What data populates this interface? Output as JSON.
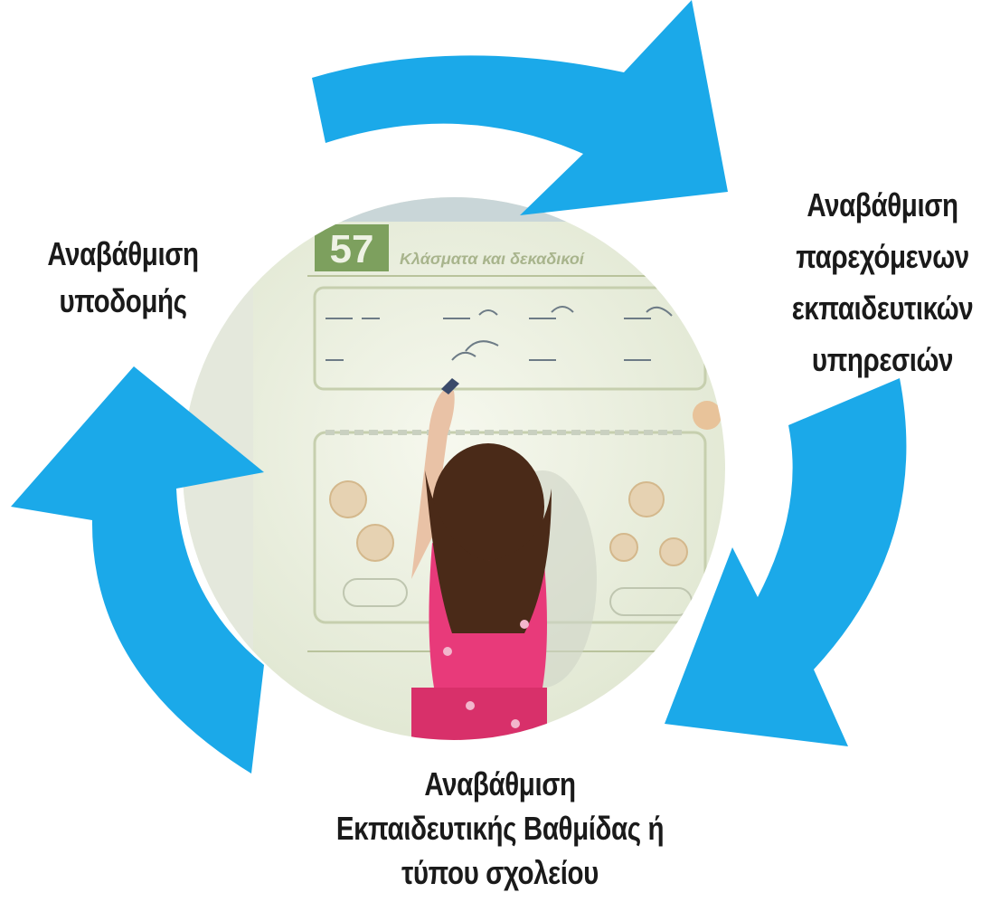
{
  "labels": {
    "infrastructure": [
      "Αναβάθμιση",
      "υποδομής"
    ],
    "services": [
      "Αναβάθμιση",
      "παρεχόμενων",
      "εκπαιδευτικών",
      "υπηρεσιών"
    ],
    "school": [
      "Αναβάθμιση",
      "Εκπαιδευτικής Βαθμίδας ή",
      "τύπου σχολείου"
    ]
  },
  "photo": {
    "whiteboard_number": "57",
    "whiteboard_heading": "Κλάσματα και δεκαδικοί"
  },
  "colors": {
    "arrow": "#1ba9e9",
    "text": "#1a1a1a",
    "board": "#eef2e4",
    "shirt": "#e83a7a",
    "hair": "#4a2a18"
  }
}
